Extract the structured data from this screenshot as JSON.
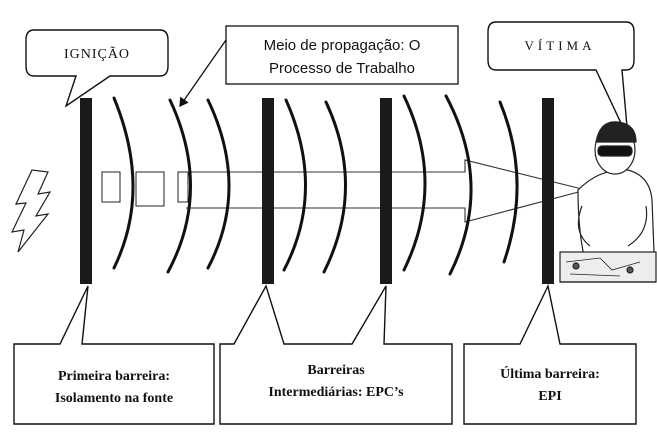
{
  "callouts": {
    "ignition": "IGNIÇÃO",
    "medium_line1": "Meio de propagação: O",
    "medium_line2": "Processo de Trabalho",
    "victim": "VÍTIMA",
    "first_line1": "Primeira barreira:",
    "first_line2": "Isolamento na fonte",
    "intermediate_line1": "Barreiras",
    "intermediate_line2": "Intermediárias: EPC’s",
    "last_line1": "Última barreira:",
    "last_line2": "EPI"
  },
  "colors": {
    "ink": "#111111",
    "barrier": "#1a1a1a",
    "background": "#ffffff"
  },
  "icons": [
    "lightning-bolt-icon",
    "worker-figure-icon"
  ]
}
